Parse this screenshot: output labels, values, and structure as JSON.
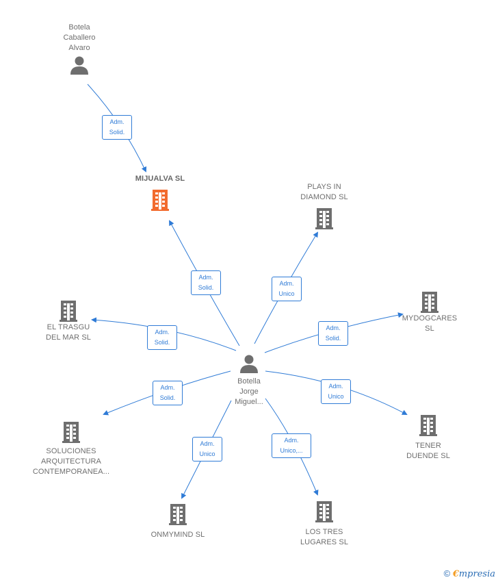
{
  "colors": {
    "edge": "#2f7bd6",
    "node_gray": "#6e6e6e",
    "highlight": "#f26b2e"
  },
  "nodes": {
    "person_top": {
      "label": "Botela\nCaballero\nAlvaro",
      "icon": "person-icon"
    },
    "mijualva": {
      "label": "MIJUALVA  SL",
      "icon": "building-icon"
    },
    "plays": {
      "label": "PLAYS IN\nDIAMOND SL",
      "icon": "building-icon"
    },
    "mydogcares": {
      "label": "MYDOGCARES\nSL",
      "icon": "building-icon"
    },
    "trasgu": {
      "label": "EL TRASGU\nDEL MAR  SL",
      "icon": "building-icon"
    },
    "center": {
      "label": "Botella\nJorge\nMiguel...",
      "icon": "person-icon"
    },
    "soluciones": {
      "label": "SOLUCIONES\nARQUITECTURA\nCONTEMPORANEA...",
      "icon": "building-icon"
    },
    "tener": {
      "label": "TENER\nDUENDE SL",
      "icon": "building-icon"
    },
    "onmymind": {
      "label": "ONMYMIND  SL",
      "icon": "building-icon"
    },
    "lostres": {
      "label": "LOS TRES\nLUGARES SL",
      "icon": "building-icon"
    }
  },
  "relations": {
    "r_top": "Adm.\nSolid.",
    "r_mijualva": "Adm.\nSolid.",
    "r_plays": "Adm.\nUnico",
    "r_trasgu": "Adm.\nSolid.",
    "r_mydog": "Adm.\nSolid.",
    "r_soluciones": "Adm.\nSolid.",
    "r_tener": "Adm.\nUnico",
    "r_onmymind": "Adm.\nUnico",
    "r_lostres": "Adm.\nUnico,..."
  },
  "footer": {
    "copyright": "©",
    "brand_first": "€",
    "brand_rest": "mpresia"
  }
}
